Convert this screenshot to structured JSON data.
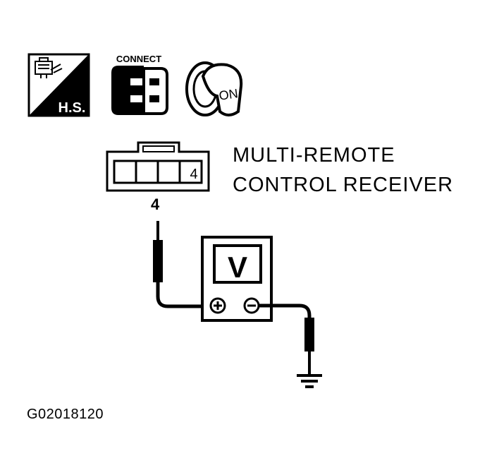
{
  "icons": {
    "harness_connector": {
      "label": "H.S."
    },
    "connect": {
      "label": "CONNECT"
    },
    "ignition": {
      "label": "ON"
    }
  },
  "component": {
    "name_line1": "MULTI-REMOTE",
    "name_line2": "CONTROL RECEIVER",
    "connector_pin": "4",
    "terminal_label": "4"
  },
  "meter": {
    "label": "V",
    "positive": "+",
    "negative": "−"
  },
  "figure_id": "G02018120",
  "colors": {
    "ink": "#000000",
    "paper": "#ffffff"
  }
}
